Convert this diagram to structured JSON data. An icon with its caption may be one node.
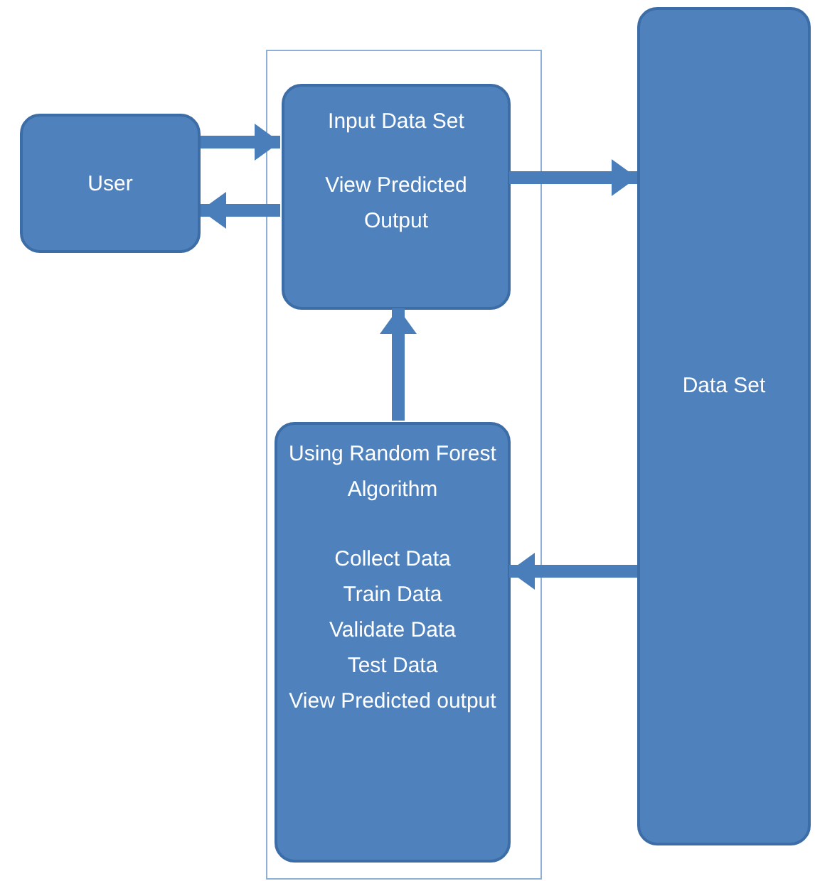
{
  "diagram": {
    "nodes": [
      {
        "text": [],
        "shape": "box"
      },
      {
        "text": [
          "User"
        ]
      },
      {
        "text": [
          "Input Data Set",
          "View Predicted Output"
        ],
        "in": 0
      },
      {
        "text": [
          "Data Set"
        ]
      },
      {
        "text": [
          "Using Random Forest Algorithm",
          "Collect Data",
          "Train Data",
          "Validate Data",
          "Test Data",
          "View Predicted output"
        ],
        "in": 0
      }
    ],
    "edges": [
      {
        "from": 1,
        "to": 2,
        "arrow": "to"
      },
      {
        "from": 2,
        "to": 1,
        "arrow": "to"
      },
      {
        "from": 2,
        "to": 3,
        "arrow": "to"
      },
      {
        "from": 4,
        "to": 2,
        "arrow": "to"
      },
      {
        "from": 3,
        "to": 4,
        "arrow": "to"
      }
    ]
  }
}
